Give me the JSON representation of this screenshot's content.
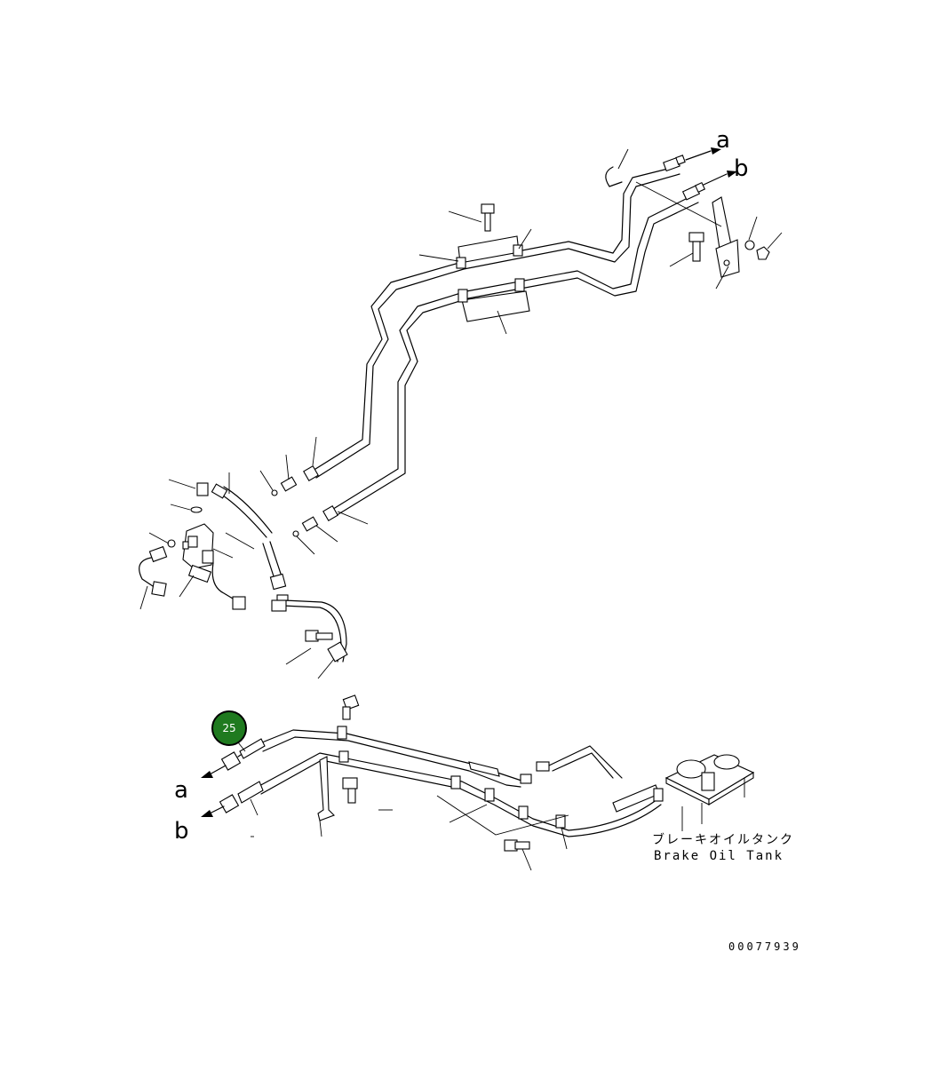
{
  "diagram": {
    "connector_letters": {
      "a": "a",
      "b": "b"
    },
    "tank_label_ja": "ブレーキオイルタンク",
    "tank_label_en": "Brake Oil Tank",
    "document_id": "00077939",
    "callout": {
      "number": "25",
      "color": "#1f7a1f"
    }
  }
}
